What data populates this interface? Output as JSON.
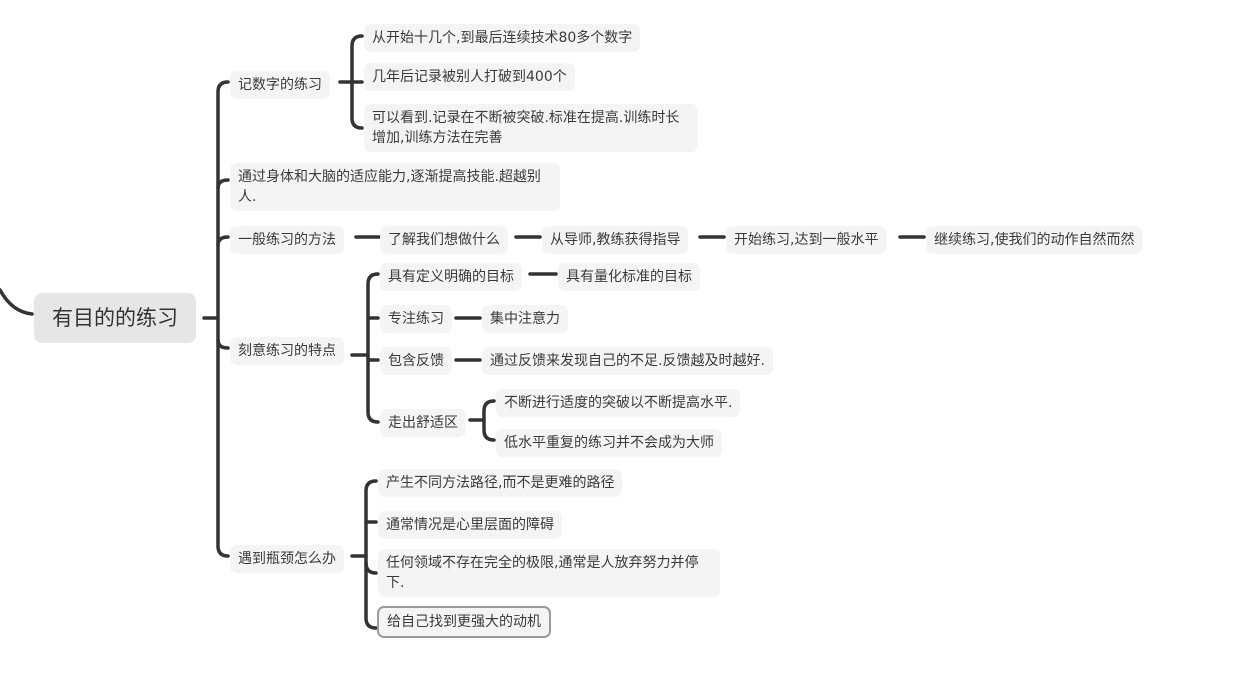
{
  "root": {
    "label": "有目的的练习"
  },
  "branches": [
    {
      "label": "记数字的练习",
      "children": [
        "从开始十几个,到最后连续技术80多个数字",
        "几年后记录被别人打破到400个",
        "可以看到.记录在不断被突破.标准在提高.训练时长增加,训练方法在完善"
      ]
    },
    {
      "label": "通过身体和大脑的适应能力,逐渐提高技能.超越别人."
    },
    {
      "label": "一般练习的方法",
      "chain": [
        "了解我们想做什么",
        "从导师,教练获得指导",
        "开始练习,达到一般水平",
        "继续练习,使我们的动作自然而然"
      ]
    },
    {
      "label": "刻意练习的特点",
      "children": [
        {
          "label": "具有定义明确的目标",
          "child": "具有量化标准的目标"
        },
        {
          "label": "专注练习",
          "child": "集中注意力"
        },
        {
          "label": "包含反馈",
          "child": "通过反馈来发现自己的不足.反馈越及时越好."
        },
        {
          "label": "走出舒适区",
          "children": [
            "不断进行适度的突破以不断提高水平.",
            "低水平重复的练习并不会成为大师"
          ]
        }
      ]
    },
    {
      "label": "遇到瓶颈怎么办",
      "children": [
        "产生不同方法路径,而不是更难的路径",
        "通常情况是心里层面的障碍",
        "任何领域不存在完全的极限,通常是人放弃努力并停下.",
        "给自己找到更强大的动机"
      ],
      "selected_child_index": 3
    }
  ],
  "colors": {
    "line": "#333333",
    "node_bg": "#f4f4f4",
    "root_bg": "#e6e6e6",
    "selected_border": "#9a9a9a"
  }
}
